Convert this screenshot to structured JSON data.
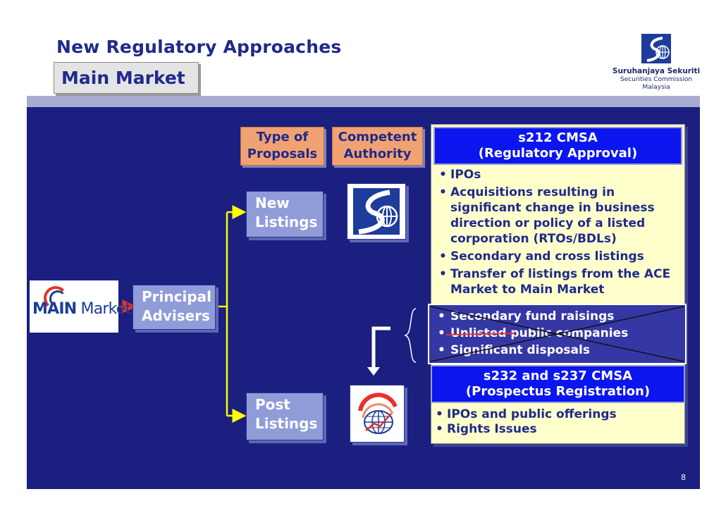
{
  "slide": {
    "title": "New Regulatory Approaches",
    "subtitle": "Main Market",
    "page_number": "8"
  },
  "logo": {
    "line1": "Suruhanjaya Sekuriti",
    "line2": "Securities Commission",
    "line3": "Malaysia"
  },
  "column_headers": {
    "type_of_proposals": [
      "Type of",
      "Proposals"
    ],
    "competent_authority": [
      "Competent",
      "Authority"
    ]
  },
  "main_market_logo": {
    "part1": "MAIN",
    "part2": " Market"
  },
  "principal_advisers": [
    "Principal",
    "Advisers"
  ],
  "new_listings": [
    "New",
    "Listings"
  ],
  "post_listings": [
    "Post",
    "Listings"
  ],
  "s212": {
    "heading": [
      "s212 CMSA",
      "(Regulatory Approval)"
    ],
    "items": [
      "IPOs",
      "Acquisitions resulting in significant change in business direction or policy of a listed corporation (RTOs/BDLs)",
      "Secondary and cross listings",
      "Transfer of listings from the ACE Market to Main Market"
    ],
    "struck_items": [
      "Secondary fund raisings",
      "Unlisted public companies",
      "Significant disposals"
    ]
  },
  "s232": {
    "heading": [
      "s232 and s237 CMSA",
      "(Prospectus Registration)"
    ],
    "items": [
      "IPOs and public offerings",
      "Rights Issues"
    ]
  },
  "colors": {
    "panel": "#1a1f80",
    "header_orange": "#f1a272",
    "label_blue": "#8f9cd8",
    "approval_blue": "#0b16ef",
    "connector_yellow": "#ffff00",
    "arrow_red": "#e8312a"
  }
}
